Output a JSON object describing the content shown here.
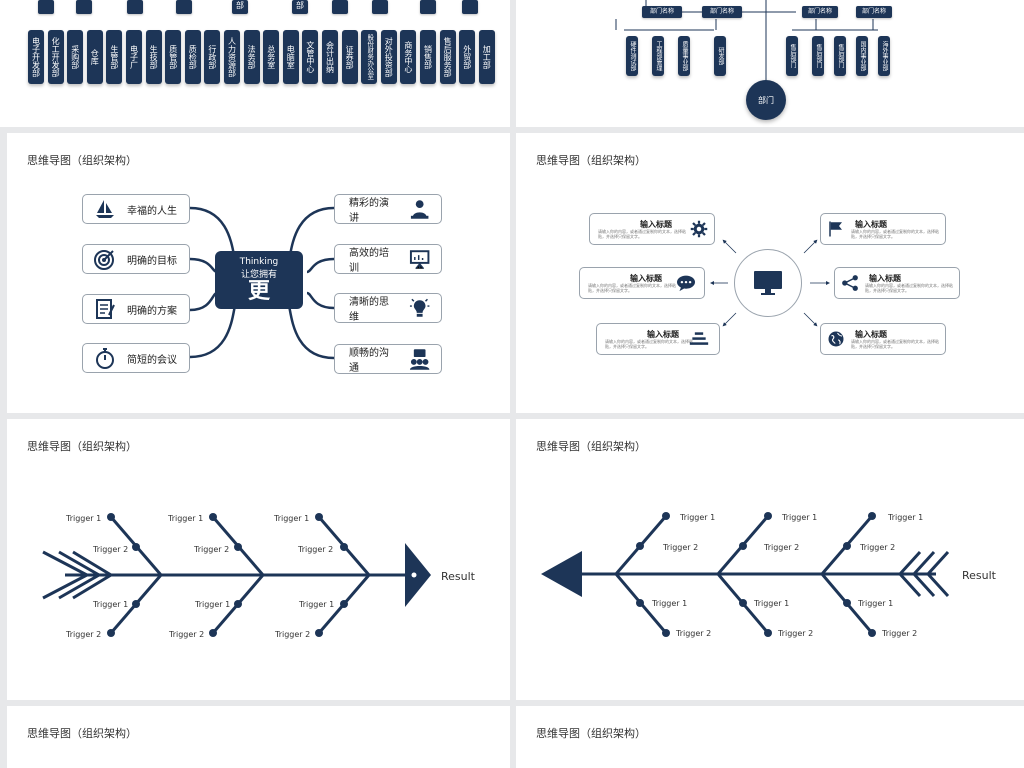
{
  "colors": {
    "navy": "#1d3557",
    "bg": "#e7e8ea",
    "slide": "#ffffff"
  },
  "slide_title": "思维导图（组织架构）",
  "org_left": {
    "departments": [
      "电子开发部",
      "化工开发部",
      "采购部",
      "仓库",
      "生管部",
      "电子厂",
      "生技部",
      "质管部",
      "质检部",
      "行政部",
      "人力资源部",
      "法务部",
      "总务室",
      "电脑室",
      "文管中心",
      "会计出纳",
      "证券部",
      "股份财务办公室",
      "对外投资部",
      "商务中心",
      "销售部",
      "售后服务部",
      "外贸部",
      "加工部"
    ],
    "top_label": "部"
  },
  "org_right": {
    "name_label": "部门名称",
    "left_names": [
      "部门名称",
      "部门名称"
    ],
    "right_names": [
      "部门名称",
      "部门名称"
    ],
    "sub_left": [
      "硬件测试部",
      "工程部管理",
      "质量事业部",
      "研发部"
    ],
    "sub_right": [
      "售后部门",
      "售后部门",
      "售后部门",
      "国内事业部",
      "海外事业部"
    ],
    "circle_label": "部门"
  },
  "mind_map": {
    "center": {
      "line1": "Thinking",
      "line2": "让您拥有",
      "big": "更"
    },
    "left_items": [
      {
        "label": "幸福的人生",
        "icon": "sailboat-icon"
      },
      {
        "label": "明确的目标",
        "icon": "target-icon"
      },
      {
        "label": "明确的方案",
        "icon": "document-icon"
      },
      {
        "label": "简短的会议",
        "icon": "stopwatch-icon"
      }
    ],
    "right_items": [
      {
        "label": "精彩的演讲",
        "icon": "speaker-icon"
      },
      {
        "label": "高效的培训",
        "icon": "presentation-icon"
      },
      {
        "label": "清晰的思维",
        "icon": "lightbulb-icon"
      },
      {
        "label": "顺畅的沟通",
        "icon": "team-chat-icon"
      }
    ]
  },
  "radial": {
    "title": "输入标题",
    "desc": "请输入你的内容，或者通过复制你的文本，选择粘贴，并选择只保留文字。",
    "items": [
      {
        "icon": "gear-icon"
      },
      {
        "icon": "flag-icon"
      },
      {
        "icon": "chat-icon"
      },
      {
        "icon": "share-icon"
      },
      {
        "icon": "bars-icon"
      },
      {
        "icon": "globe-icon"
      }
    ],
    "center_icon": "monitor-icon"
  },
  "fishbone": {
    "trigger1": "Trigger 1",
    "trigger2": "Trigger 2",
    "result": "Result"
  }
}
